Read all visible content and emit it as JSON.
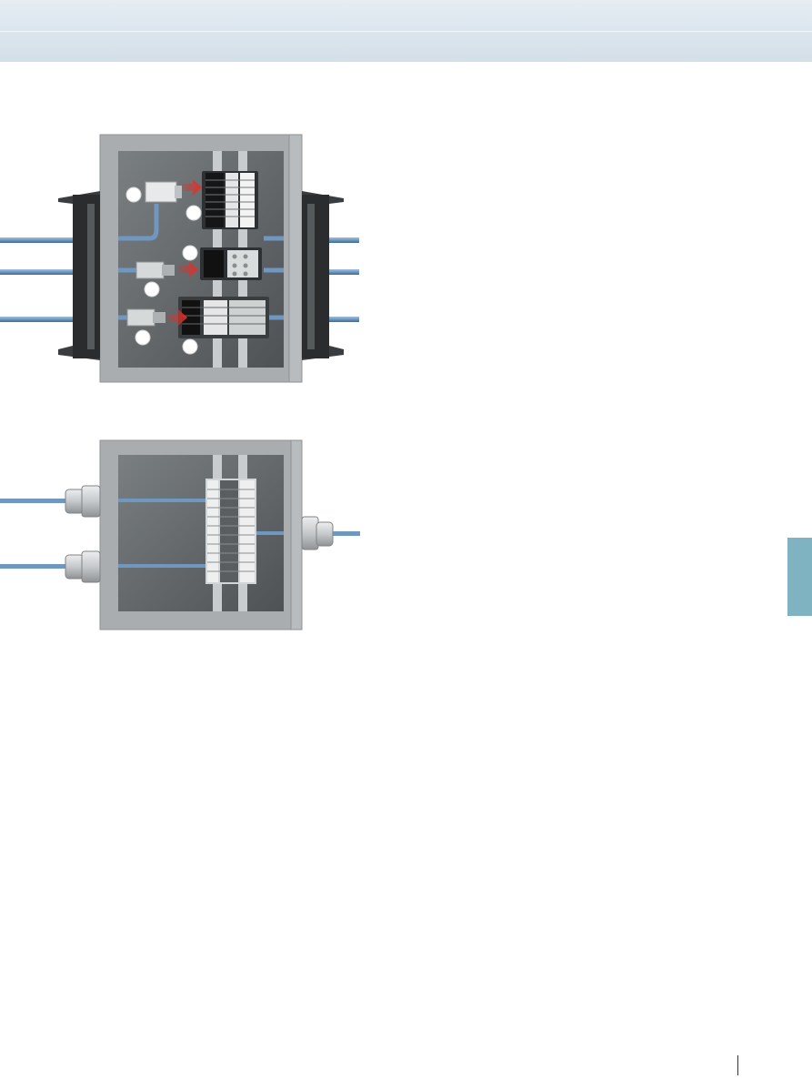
{
  "colors": {
    "header": "#dce6ee",
    "side_tab": "#7fb3c2",
    "cable": "#6f97bf",
    "cabinet_frame": "#a9adb0",
    "cabinet_interior": "#5f6466",
    "arrow": "#e0302a",
    "gland": "#c6c9cb",
    "panel_plate": "#2e3133"
  },
  "icons": [
    "cable-entry-frame",
    "connector-plug",
    "insertion-arrow",
    "terminal-block",
    "din-rail",
    "cable-gland",
    "numbered-callout"
  ]
}
